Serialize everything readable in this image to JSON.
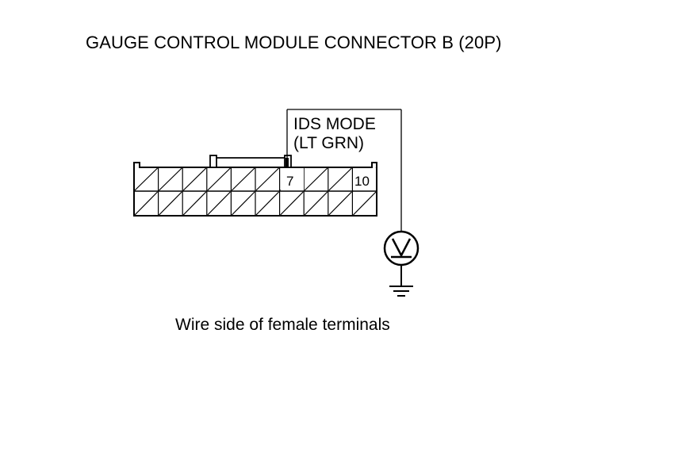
{
  "title": "GAUGE CONTROL MODULE CONNECTOR B (20P)",
  "caption": "Wire side of female terminals",
  "connector": {
    "terminals_total": 20,
    "labeled_terminals": [
      {
        "label": "7"
      },
      {
        "label": "10"
      }
    ]
  },
  "probe": {
    "label_line1": "IDS MODE",
    "label_line2": "(LT GRN)",
    "terminal": "7"
  },
  "meter": {
    "symbol": "V"
  },
  "ground_icon": "ground-icon"
}
